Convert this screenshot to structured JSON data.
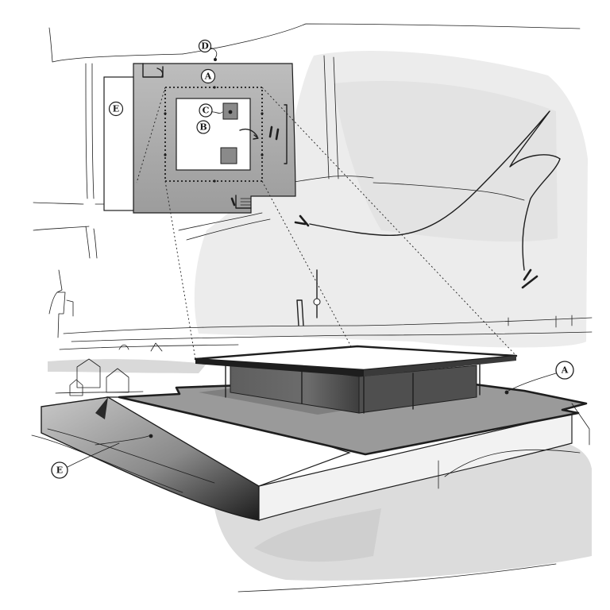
{
  "labels": {
    "a_plan": "A",
    "b_plan": "B",
    "c_plan": "C",
    "d_plan": "D",
    "e_plan": "E",
    "a_perspective": "A",
    "e_perspective": "E"
  },
  "colors": {
    "ink": "#1e1e1e",
    "wash_light": "#ececec",
    "wash_mid": "#d6d6d6",
    "plaza_grey": "#9a9a9a",
    "roof_white": "#ffffff",
    "background": "#ffffff"
  }
}
